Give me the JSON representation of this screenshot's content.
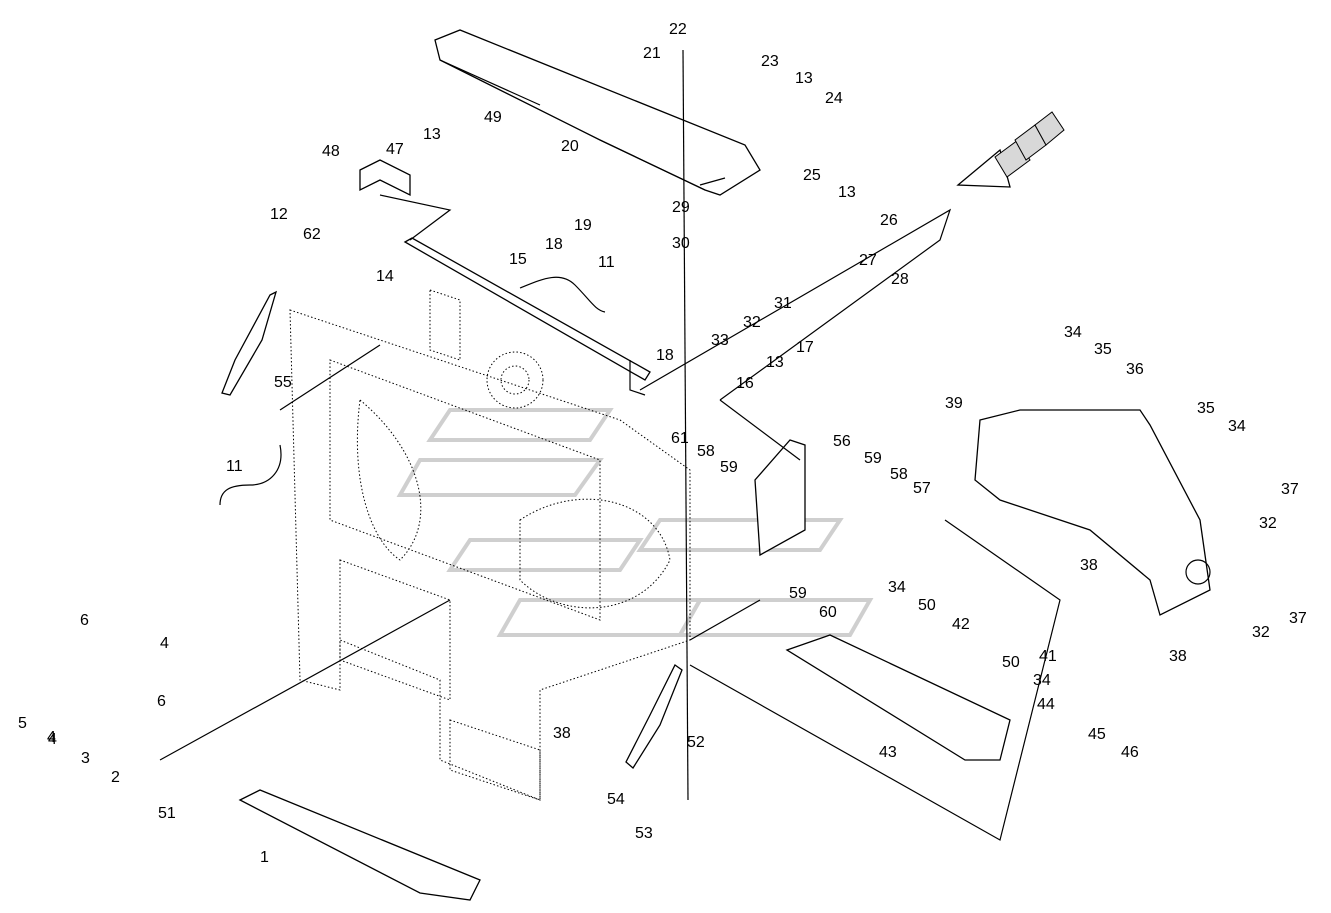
{
  "callouts": [
    "1",
    "2",
    "3",
    "4",
    "4",
    "4",
    "5",
    "6",
    "6",
    "11",
    "11",
    "12",
    "13",
    "13",
    "13",
    "13",
    "14",
    "15",
    "16",
    "17",
    "18",
    "18",
    "19",
    "20",
    "21",
    "22",
    "23",
    "24",
    "25",
    "26",
    "27",
    "28",
    "29",
    "30",
    "31",
    "32",
    "32",
    "32",
    "33",
    "34",
    "34",
    "34",
    "34",
    "35",
    "35",
    "36",
    "37",
    "37",
    "38",
    "38",
    "38",
    "39",
    "41",
    "42",
    "43",
    "44",
    "45",
    "46",
    "47",
    "48",
    "49",
    "50",
    "50",
    "51",
    "52",
    "53",
    "54",
    "55",
    "56",
    "57",
    "58",
    "58",
    "59",
    "59",
    "59",
    "60",
    "61",
    "62"
  ],
  "direction_arrow": {
    "icon": "direction-arrow-icon"
  }
}
